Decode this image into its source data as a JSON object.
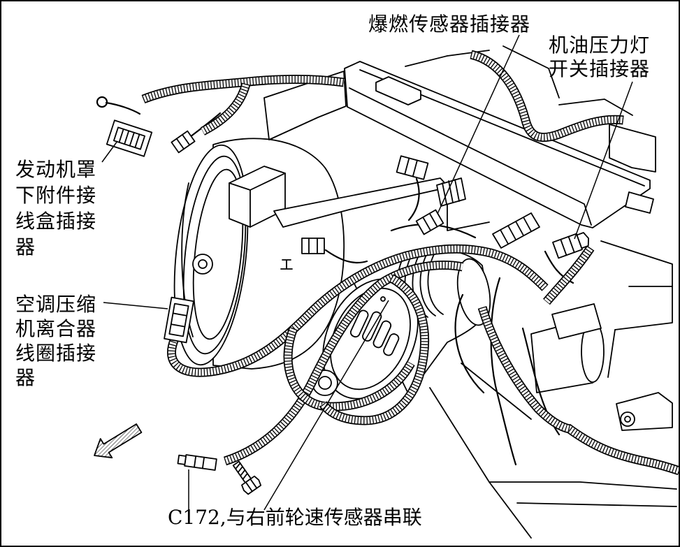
{
  "labels": {
    "knock_sensor_connector": [
      "爆燃传感器插接器"
    ],
    "oil_pressure_switch_connector": [
      "机油压力灯",
      "开关插接器"
    ],
    "underhood_junction_connector": [
      "发动机罩",
      "下附件接",
      "线盒插接",
      "器"
    ],
    "ac_clutch_coil_connector": [
      "空调压缩",
      "机离合器",
      "线圈插接",
      "器"
    ],
    "c172_connector": [
      "C172,与右前轮速传感器串联"
    ]
  },
  "colors": {
    "ink": "#000000",
    "paper": "#ffffff"
  }
}
